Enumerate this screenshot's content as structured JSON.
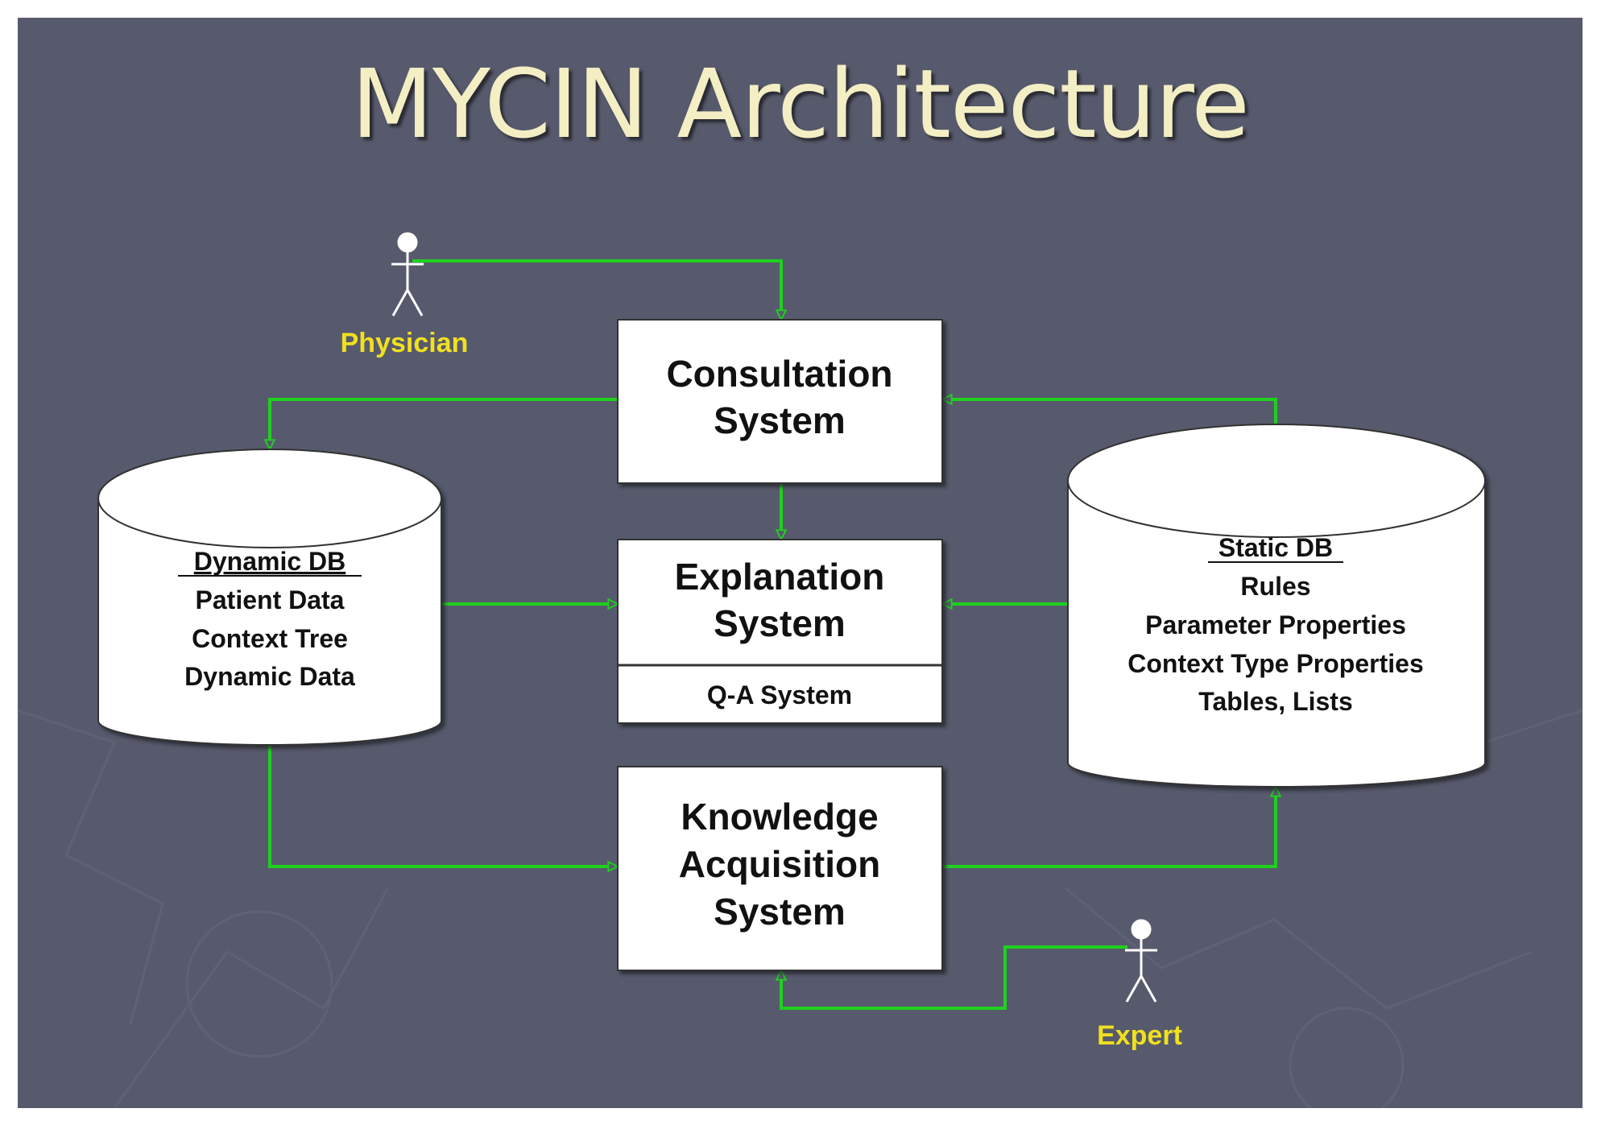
{
  "title": "MYCIN Architecture",
  "actors": {
    "physician": {
      "label": "Physician"
    },
    "expert": {
      "label": "Expert"
    }
  },
  "boxes": {
    "consultation": {
      "lines": [
        "Consultation",
        "System"
      ]
    },
    "explanation": {
      "lines": [
        "Explanation",
        "System"
      ],
      "sub": "Q-A System"
    },
    "knowledge": {
      "lines": [
        "Knowledge",
        "Acquisition",
        "System"
      ]
    }
  },
  "databases": {
    "dynamic": {
      "heading": "Dynamic DB",
      "items": [
        "Patient Data",
        "Context Tree",
        "Dynamic Data"
      ]
    },
    "static": {
      "heading": "Static DB",
      "items": [
        "Rules",
        "Parameter Properties",
        "Context Type Properties",
        "Tables, Lists"
      ]
    }
  },
  "colors": {
    "background": "#575a6c",
    "connector": "#1fd01f",
    "title": "#f3eec4",
    "actor_label": "#f0e020",
    "box_fill": "#ffffff"
  }
}
